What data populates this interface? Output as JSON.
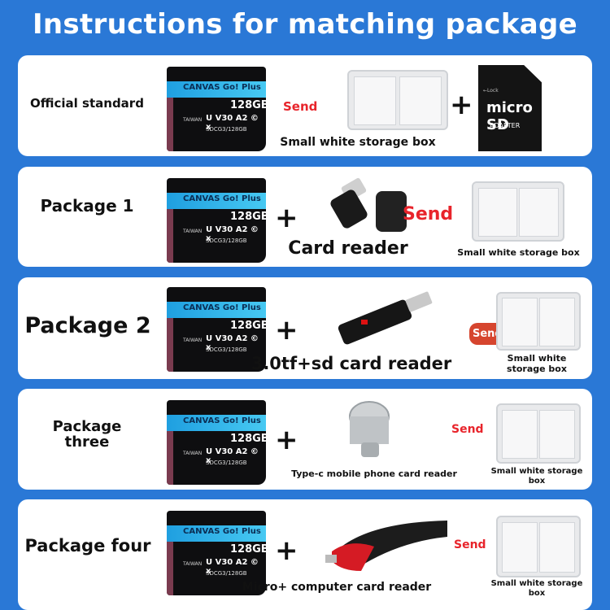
{
  "title": "Instructions for matching package",
  "card": {
    "brand_line": "CANVAS Go! Plus",
    "capacity": "128GB",
    "spec": "U V30 A2 © x",
    "model": "SDCG3/128GB",
    "origin": "TAIWAN"
  },
  "adapter": {
    "lock": "←Lock",
    "logo": "micro SD",
    "text": "ADAPTER"
  },
  "packages": [
    {
      "label": "Official standard",
      "send": "Send",
      "caption": "Small white storage box"
    },
    {
      "label": "Package 1",
      "send": "Send",
      "reader": "Card reader",
      "caption": "Small white storage box"
    },
    {
      "label": "Package 2",
      "send": "Send",
      "reader": "3.0tf+sd card reader",
      "caption": "Small white storage box"
    },
    {
      "label": "Package three",
      "send": "Send",
      "reader": "Type-c mobile phone card reader",
      "caption": "Small white storage box"
    },
    {
      "label": "Package four",
      "send": "Send",
      "reader": "Micro+ computer card reader",
      "caption": "Small white storage box"
    }
  ],
  "plus": "+",
  "colors": {
    "background": "#2a78d6",
    "send": "#e8242b",
    "card_band": "#2fb4ea"
  }
}
